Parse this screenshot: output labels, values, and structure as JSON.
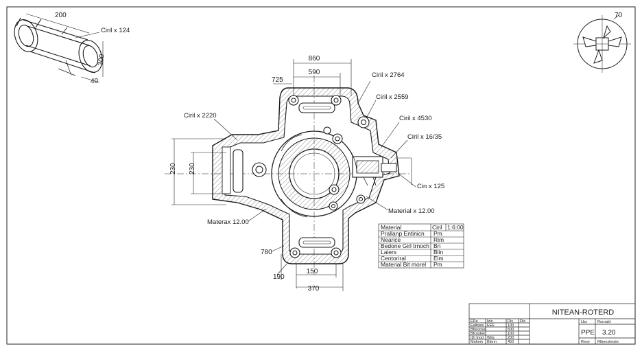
{
  "iso_view": {
    "dim_top": "200",
    "callout": "Ciril x 124",
    "dim_right": "300",
    "dim_bottom": "40"
  },
  "circle_view": {
    "label": "70"
  },
  "dims": {
    "d860": "860",
    "d590": "590",
    "d725": "725",
    "d230": "230",
    "d230b": "230",
    "d780": "780",
    "d190": "190",
    "d150": "150",
    "d370": "370"
  },
  "callouts": {
    "c2764": "Ciril x 2764",
    "c2559": "Ciril x 2559",
    "c4530": "Ciril x 4530",
    "c1635": "Ciril x 16/35",
    "c125": "Cin x 125",
    "c2220": "Ciril x 2220",
    "mat_right": "Material x 12.00",
    "mat_left": "Materax 12.00"
  },
  "material_table": {
    "header": [
      "Material",
      "Ciril",
      "1:6:00"
    ],
    "rows": [
      [
        "Prallanp Entinicn",
        "Pm"
      ],
      [
        "Nearice",
        "Rim"
      ],
      [
        "Bedone Girl trnoch",
        "Bn"
      ],
      [
        "Lalers",
        "Blin"
      ],
      [
        "Centoriral",
        "Elm"
      ],
      [
        "Material Bit morel",
        "Pm"
      ]
    ]
  },
  "title_block": {
    "title": "NITEAN-ROTERD",
    "ppe": "PPE",
    "value": "3.20",
    "tag1": "Lbs",
    "tag1_val": "Roroald",
    "tag2": "Rese",
    "tag2_val": "Rlbenstmate",
    "small_rows": [
      [
        "ERe",
        "Izle",
        "Dis",
        "Dis"
      ],
      [
        "Ealtosis",
        "EEE",
        "100",
        ""
      ],
      [
        "Bfreooss",
        "",
        "500",
        ""
      ],
      [
        "Bfcostek",
        "",
        "100",
        ""
      ],
      [
        "IDi Inod",
        "Wits",
        "200",
        ""
      ],
      [
        "Mahem",
        "Blenn",
        "450",
        ""
      ]
    ]
  },
  "colors": {
    "line": "#1a1a1a",
    "hatch": "#555555"
  }
}
